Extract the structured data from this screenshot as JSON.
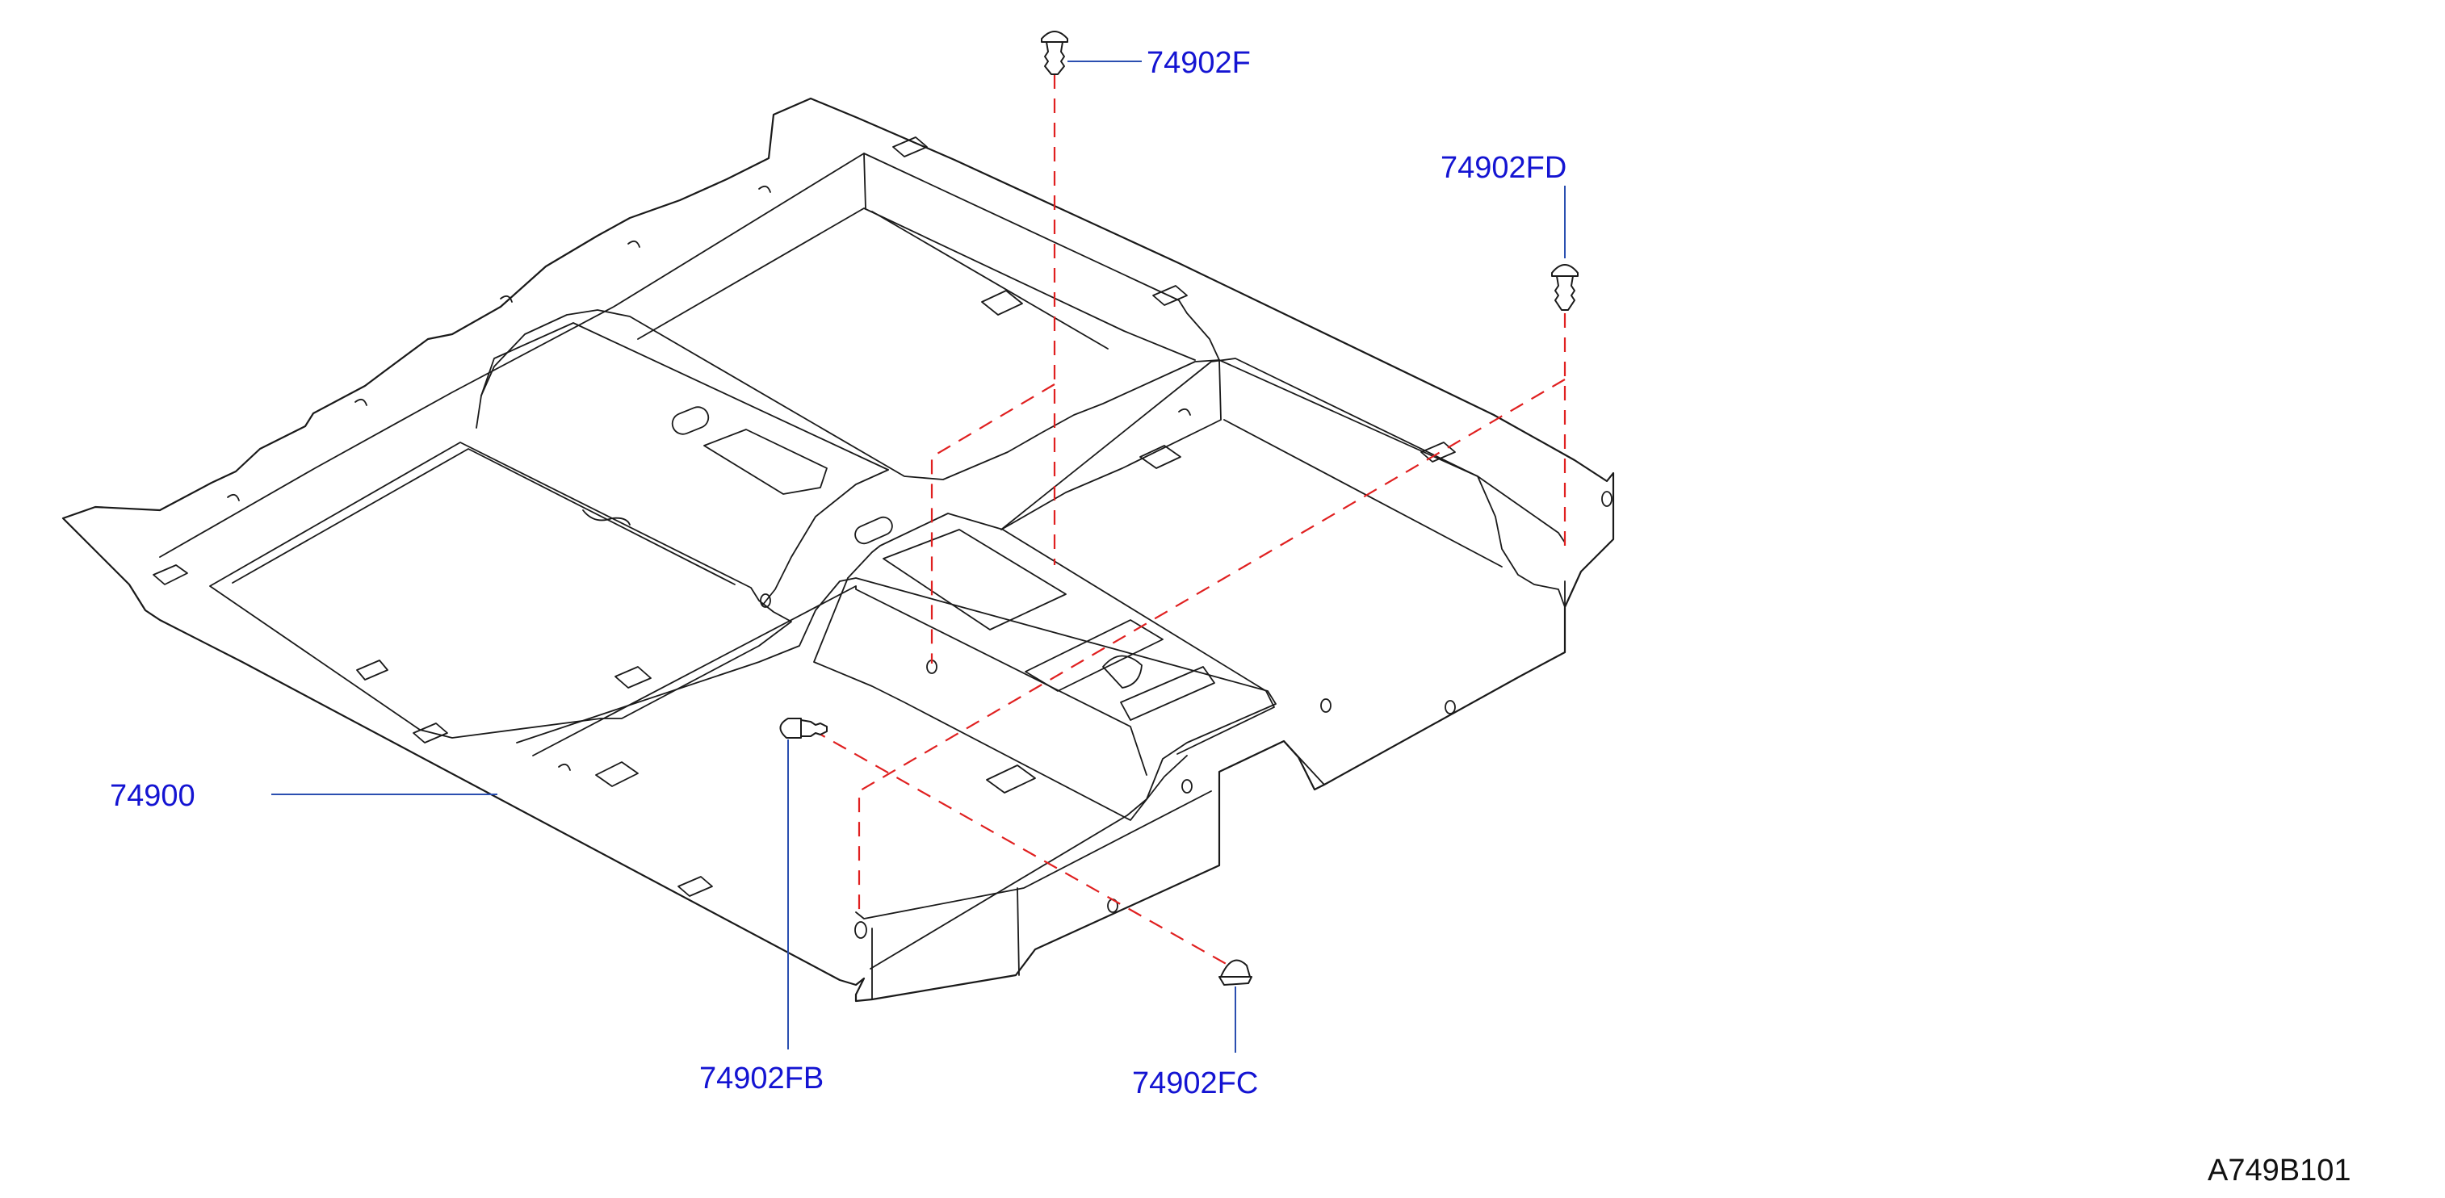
{
  "labels": {
    "mat": "74900",
    "clip_f": "74902F",
    "clip_fd": "74902FD",
    "clip_fb": "74902FB",
    "clip_fc": "74902FC"
  },
  "diagram_code": "A749B101",
  "colors": {
    "label_text": "#1414d2",
    "leader_line": "#2a4fb0",
    "dashed_guide": "#e02020",
    "outline": "#1a1a1a"
  }
}
